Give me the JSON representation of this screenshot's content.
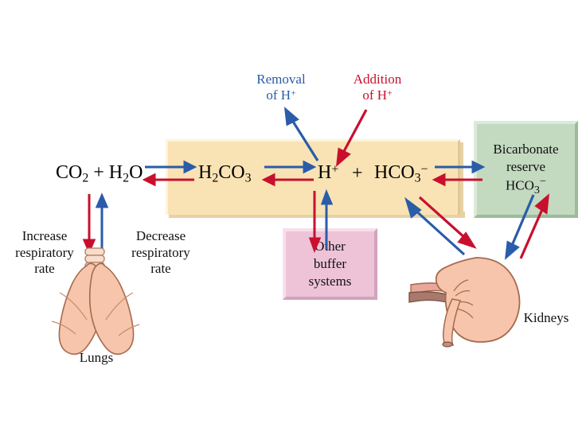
{
  "figure": {
    "title": "Acid-base balance: carbonic acid-bicarbonate buffer system",
    "background": "#ffffff"
  },
  "colors": {
    "blue_arrow": "#2a5ca8",
    "red_arrow": "#c8102e",
    "tan_band": "#f9e3b4",
    "green_box": "#c3d9c0",
    "pink_box": "#eec3d8",
    "organ_fill": "#f6c5ab",
    "organ_stroke": "#8a5a42"
  },
  "equation": {
    "term1_html": "CO<sub>2</sub> + H<sub>2</sub>O",
    "term2_html": "H<sub>2</sub>CO<sub>3</sub>",
    "term3_html": "H<sup>+</sup>",
    "plus": "+",
    "term4_html": "HCO<sub>3</sub><sup>&#8722;</sup>"
  },
  "callouts": {
    "removal": "Removal\nof H+",
    "removal_html": "Removal<br>of H<sup>+</sup>",
    "addition": "Addition\nof H+",
    "addition_html": "Addition<br>of H<sup>+</sup>"
  },
  "boxes": {
    "bicarbonate_html": "Bicarbonate<br>reserve<br>HCO<sub>3</sub><sup>&#8722;</sup>",
    "bicarbonate_text": "Bicarbonate reserve HCO3-",
    "buffer_html": "Other<br>buffer<br>systems",
    "buffer_text": "Other buffer systems"
  },
  "labels": {
    "increase_rate_html": "Increase<br>respiratory<br>rate",
    "increase_rate_text": "Increase respiratory rate",
    "decrease_rate_html": "Decrease<br>respiratory<br>rate",
    "decrease_rate_text": "Decrease respiratory rate",
    "lungs": "Lungs",
    "kidneys": "Kidneys"
  },
  "arrows": [
    {
      "name": "co2-to-h2co3-forward",
      "color": "#2a5ca8",
      "direction": "right"
    },
    {
      "name": "h2co3-to-co2-reverse",
      "color": "#c8102e",
      "direction": "left"
    },
    {
      "name": "h2co3-to-h-forward",
      "color": "#2a5ca8",
      "direction": "right"
    },
    {
      "name": "h-to-h2co3-reverse",
      "color": "#c8102e",
      "direction": "left"
    },
    {
      "name": "hco3-to-reserve-forward",
      "color": "#2a5ca8",
      "direction": "right"
    },
    {
      "name": "reserve-to-hco3-reverse",
      "color": "#c8102e",
      "direction": "left"
    },
    {
      "name": "removal-of-h-arrow",
      "color": "#2a5ca8",
      "direction": "up-left"
    },
    {
      "name": "addition-of-h-arrow",
      "color": "#c8102e",
      "direction": "down-right"
    },
    {
      "name": "lungs-exhale-arrow",
      "color": "#2a5ca8",
      "direction": "up"
    },
    {
      "name": "lungs-intake-arrow",
      "color": "#c8102e",
      "direction": "down"
    },
    {
      "name": "buffer-release-arrow",
      "color": "#2a5ca8",
      "direction": "up"
    },
    {
      "name": "buffer-uptake-arrow",
      "color": "#c8102e",
      "direction": "down"
    },
    {
      "name": "kidney-uptake-arrow",
      "color": "#c8102e",
      "direction": "down-right"
    },
    {
      "name": "kidney-release-arrow",
      "color": "#2a5ca8",
      "direction": "up-left"
    },
    {
      "name": "reserve-from-kidney-arrow",
      "color": "#c8102e",
      "direction": "up-right"
    },
    {
      "name": "reserve-to-kidney-arrow",
      "color": "#2a5ca8",
      "direction": "down-left"
    }
  ]
}
